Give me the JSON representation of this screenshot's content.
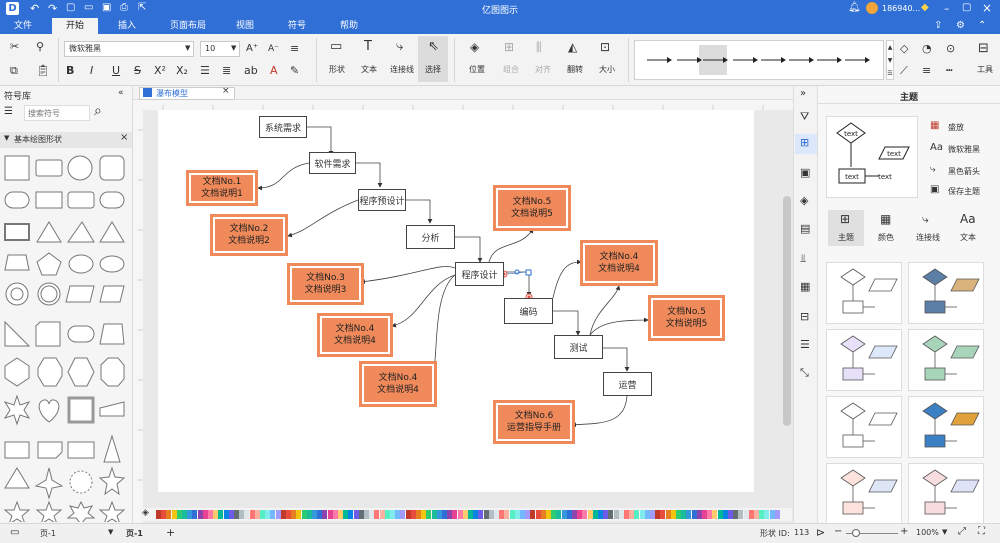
{
  "app": {
    "title": "亿图图示",
    "user": "186940..."
  },
  "menu": {
    "items": [
      "文件",
      "开始",
      "插入",
      "页面布局",
      "视图",
      "符号",
      "帮助"
    ],
    "active": 1
  },
  "ribbon": {
    "font_name": "微软雅黑",
    "font_size": "10",
    "shape_label": "形状",
    "text_label": "文本",
    "connector_label": "连接线",
    "select_label": "选择",
    "position_label": "位置",
    "group_label": "组合",
    "align_label": "对齐",
    "flip_label": "翻转",
    "size_label": "大小",
    "tools_label": "工具"
  },
  "left_panel": {
    "title": "符号库",
    "search_placeholder": "搜索符号",
    "category": "基本绘图形状"
  },
  "doc_tab": {
    "label": "瀑布模型"
  },
  "diagram": {
    "nodes": [
      "系统需求",
      "软件需求",
      "程序预设计",
      "分析",
      "程序设计",
      "编码",
      "测试",
      "运营"
    ],
    "docs": [
      {
        "line1": "文档No.1",
        "line2": "文档说明1"
      },
      {
        "line1": "文档No.2",
        "line2": "文档说明2"
      },
      {
        "line1": "文档No.3",
        "line2": "文档说明3"
      },
      {
        "line1": "文档No.4",
        "line2": "文档说明4"
      },
      {
        "line1": "文档No.4",
        "line2": "文档说明4"
      },
      {
        "line1": "文档No.5",
        "line2": "文档说明5"
      },
      {
        "line1": "文档No.4",
        "line2": "文档说明4"
      },
      {
        "line1": "文档No.5",
        "line2": "文档说明5"
      },
      {
        "line1": "文档No.6",
        "line2": "运营指导手册"
      }
    ]
  },
  "right_panel": {
    "title": "主题",
    "options": [
      "盛放",
      "微软雅黑",
      "黑色箭头",
      "保存主题"
    ],
    "tabs": [
      "主题",
      "颜色",
      "连接线",
      "文本"
    ],
    "preview_text": "text"
  },
  "status": {
    "page": "页-1",
    "page_tab": "页-1",
    "shape_id_label": "形状 ID:",
    "shape_id": "113",
    "zoom": "100%"
  },
  "colors": {
    "accent": "#2f6fd6",
    "orange": "#f08a5b",
    "palette": [
      "#c0392b",
      "#e74c3c",
      "#e67e22",
      "#f1c40f",
      "#2ecc71",
      "#1abc9c",
      "#3498db",
      "#2f6fd6",
      "#8e44ad",
      "#e84393",
      "#fd79a8",
      "#fdcb6e",
      "#00b894",
      "#0984e3",
      "#6c5ce7",
      "#636e72",
      "#b2bec3",
      "#dfe6e9",
      "#ff7675",
      "#fab1a0",
      "#55efc4",
      "#81ecec",
      "#74b9ff",
      "#a29bfe"
    ]
  }
}
